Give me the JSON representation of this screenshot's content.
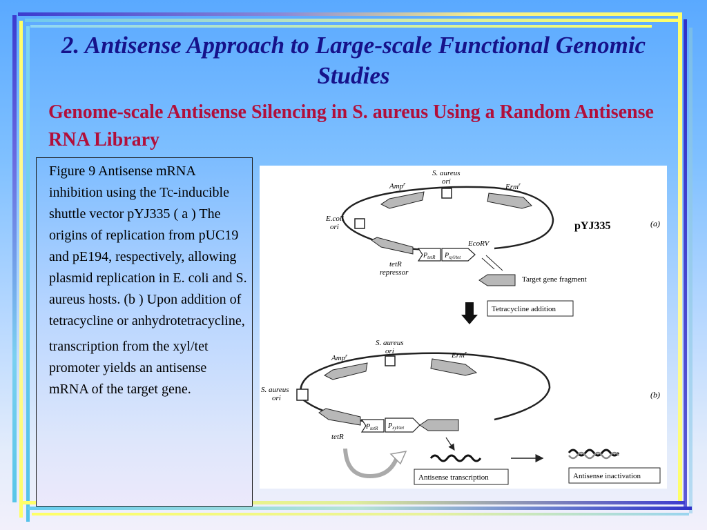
{
  "slide": {
    "title": "2. Antisense Approach to Large-scale Functional Genomic Studies",
    "subtitle": "Genome-scale Antisense Silencing in S. aureus Using a Random Antisense RNA Library",
    "caption_part1": "Figure 9  Antisense mRNA inhibition using the Tc-inducible shuttle vector pYJ335 ( a ) The origins of replication from pUC19 and pE194, respectively, allowing plasmid replication in E. coli and S. aureus hosts. (b ) Upon addition of tetracycline or anhydrotetracycline,",
    "caption_part2": "transcription from the xyl/tet promoter yields an antisense mRNA of the target gene."
  },
  "figure": {
    "panel_a": {
      "label": "(a)",
      "plasmid_name": "pYJ335",
      "s_aureus_ori_line1": "S. aureus",
      "s_aureus_ori_line2": "ori",
      "amp": "Amp",
      "amp_sup": "r",
      "erm": "Erm",
      "erm_sup": "r",
      "ecoli_ori_line1": "E.coli",
      "ecoli_ori_line2": "ori",
      "tetR_repressor_line1": "tetR",
      "tetR_repressor_line2": "repressor",
      "ptetR_p": "P",
      "ptetR_sub": "tetR",
      "pxyltet_p": "P",
      "pxyltet_sub": "xyl/tet",
      "ecorv": "EcoRV",
      "target_gene_fragment": "Target gene fragment"
    },
    "step_box": "Tetracycline addition",
    "panel_b": {
      "label": "(b)",
      "s_aureus_ori_top_line1": "S. aureus",
      "s_aureus_ori_top_line2": "ori",
      "amp": "Amp",
      "amp_sup": "r",
      "erm": "Erm",
      "erm_sup": "r",
      "s_aureus_ori_left_line1": "S. aureus",
      "s_aureus_ori_left_line2": "ori",
      "tetR": "tetR",
      "ptetR_p": "P",
      "ptetR_sub": "tetR",
      "pxyltet_p": "P",
      "pxyltet_sub": "xyl/tet",
      "antisense_transcription": "Antisense transcription",
      "antisense_inactivation": "Antisense inactivation"
    }
  },
  "colors": {
    "title": "#16128a",
    "subtitle": "#b10f3b",
    "gene_fill": "#b8b8b8"
  }
}
